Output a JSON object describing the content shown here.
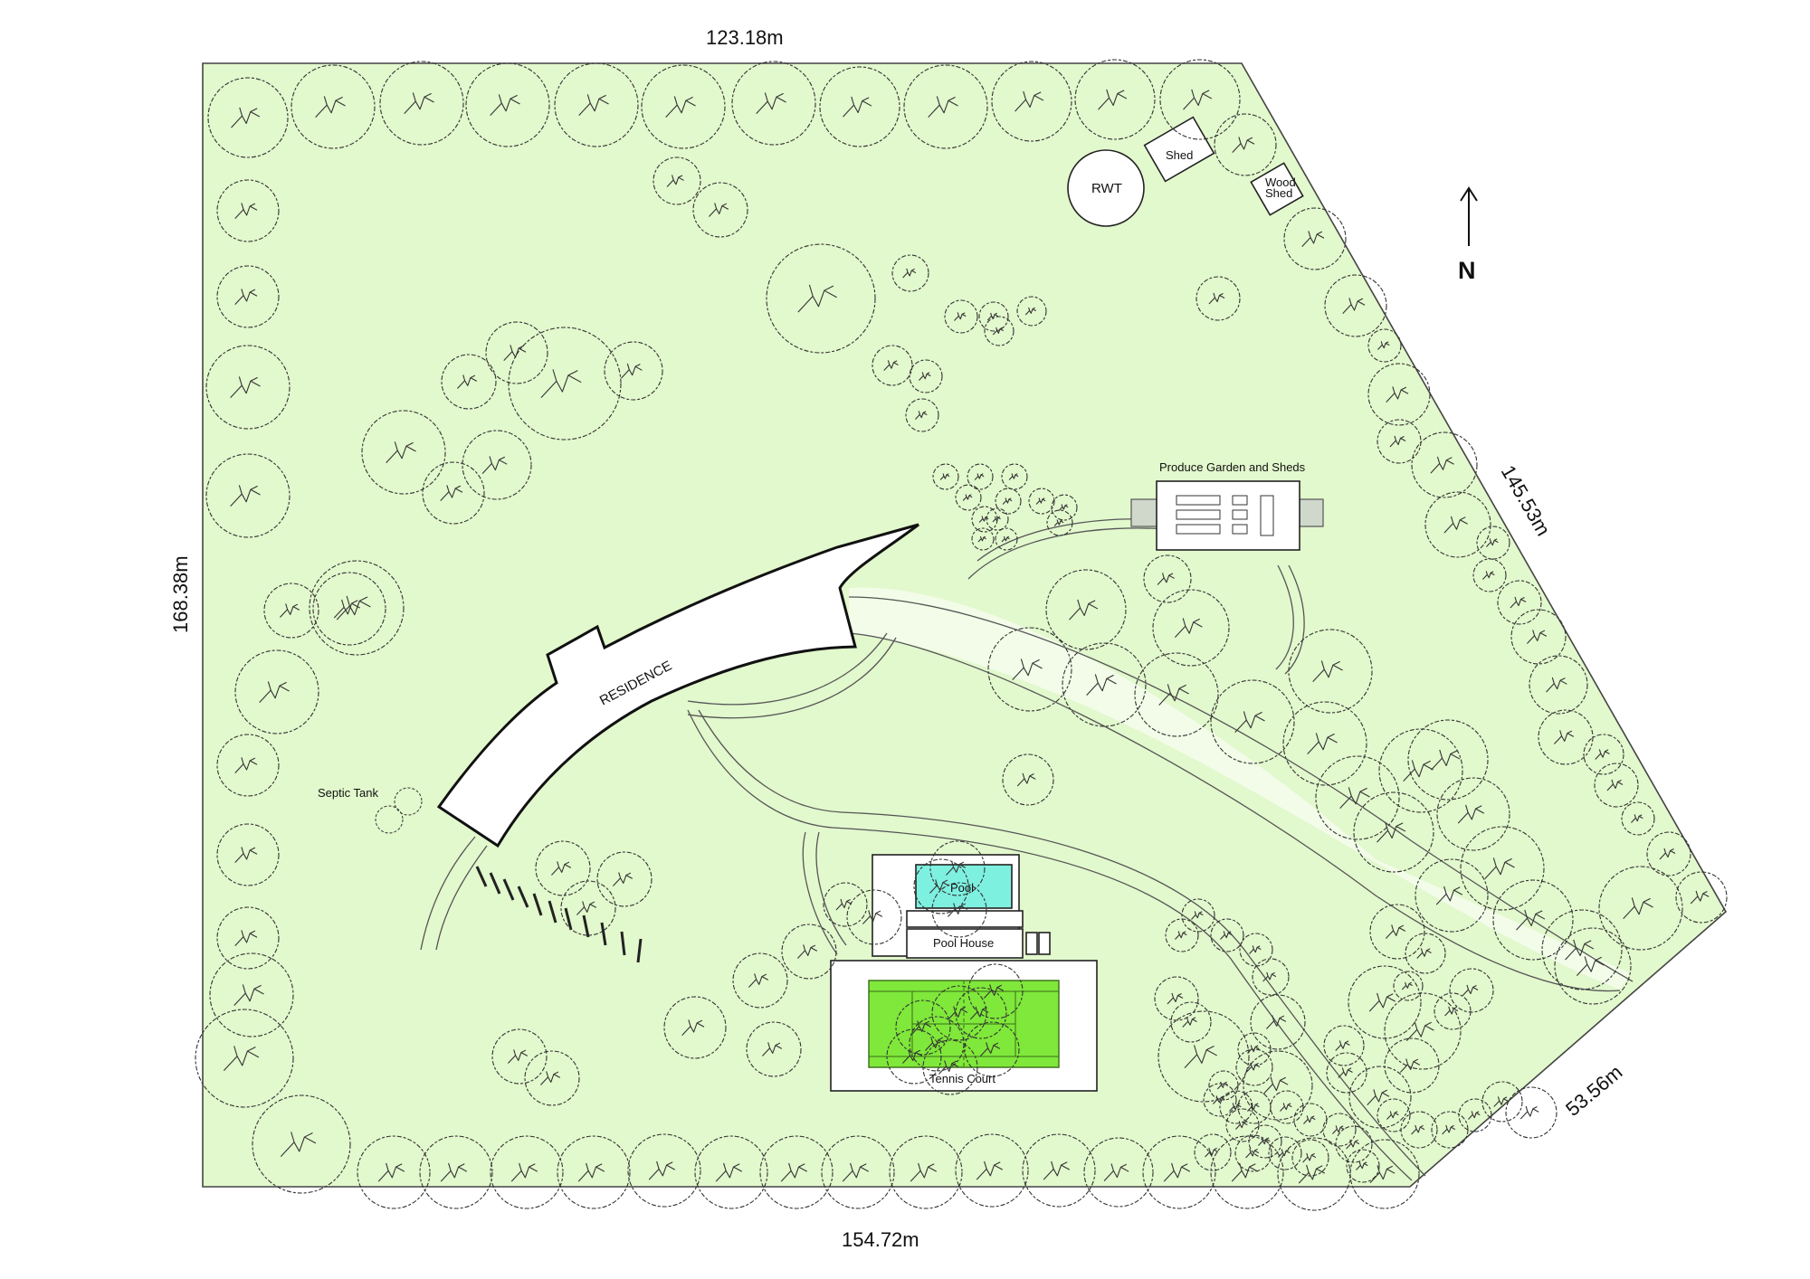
{
  "dimensions": {
    "north": "123.18m",
    "west": "168.38m",
    "northeast": "145.53m",
    "southeast": "53.56m",
    "south": "154.72m"
  },
  "labels": {
    "rwt": "RWT",
    "shed": "Shed",
    "wood_shed_line1": "Wood",
    "wood_shed_line2": "Shed",
    "produce_garden": "Produce Garden and Sheds",
    "residence": "RESIDENCE",
    "septic_tank": "Septic Tank",
    "pool": "Pool",
    "pool_house": "Pool House",
    "tennis_court": "Tennis Court",
    "north_arrow": "N"
  },
  "colors": {
    "lot_fill": "#e2f8cd",
    "pool_fill": "#7ef0e0",
    "court_fill": "#7fe83a",
    "path_fill": "#ffffff",
    "outline": "#333333"
  },
  "icons": {
    "tree": "tree-canopy-icon",
    "north": "north-arrow-icon"
  }
}
